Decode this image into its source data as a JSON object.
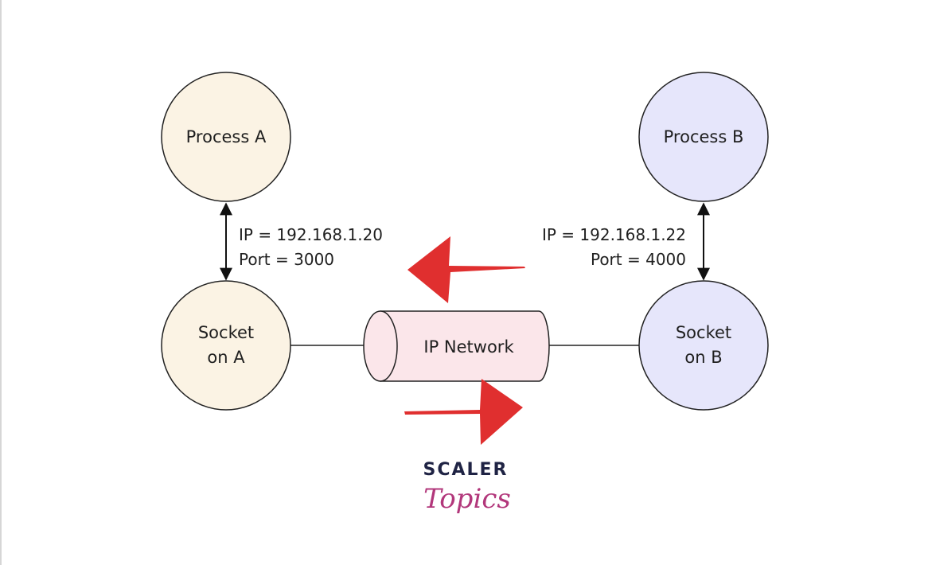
{
  "diagram": {
    "process_a": {
      "label": "Process A",
      "fill": "#fbf3e4"
    },
    "process_b": {
      "label": "Process B",
      "fill": "#e6e6fb"
    },
    "socket_a": {
      "line1": "Socket",
      "line2": "on A",
      "fill": "#fbf3e4"
    },
    "socket_b": {
      "line1": "Socket",
      "line2": "on B",
      "fill": "#e6e6fb"
    },
    "network": {
      "label": "IP Network",
      "fill": "#fbe6ea"
    },
    "info_a": {
      "ip": "IP = 192.168.1.20",
      "port": "Port = 3000"
    },
    "info_b": {
      "ip": "IP = 192.168.1.22",
      "port": "Port = 4000"
    },
    "arrow_color": "#e02f2f",
    "line_color": "#222222"
  },
  "brand": {
    "top": "SCALER",
    "bottom": "Topics",
    "top_color": "#1f2344",
    "bottom_color": "#b2377b"
  }
}
